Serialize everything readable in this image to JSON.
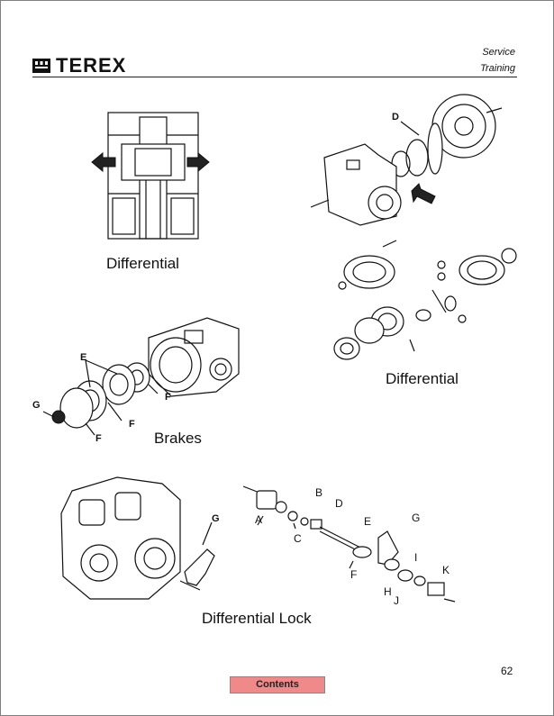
{
  "header": {
    "logo_text": "TEREX",
    "right_line1": "Service",
    "right_line2": "Training"
  },
  "figures": {
    "diff_left_caption": "Differential",
    "diff_right_caption": "Differential",
    "brakes_caption": "Brakes",
    "diff_lock_caption": "Differential Lock",
    "diff_right_letter": "D",
    "brakes_letters": {
      "e": "E",
      "g": "G",
      "f1": "F",
      "f2": "F",
      "f3": "F"
    },
    "lock_housing_letter": "G",
    "lock_parts": {
      "a": "A",
      "b": "B",
      "c": "C",
      "d": "D",
      "e": "E",
      "f": "F",
      "g": "G",
      "h": "H",
      "i": "I",
      "j": "J",
      "k": "K"
    }
  },
  "footer": {
    "page_number": "62",
    "contents_label": "Contents"
  },
  "colors": {
    "contents_button": "#f08a8a",
    "arrow": "#111111"
  }
}
